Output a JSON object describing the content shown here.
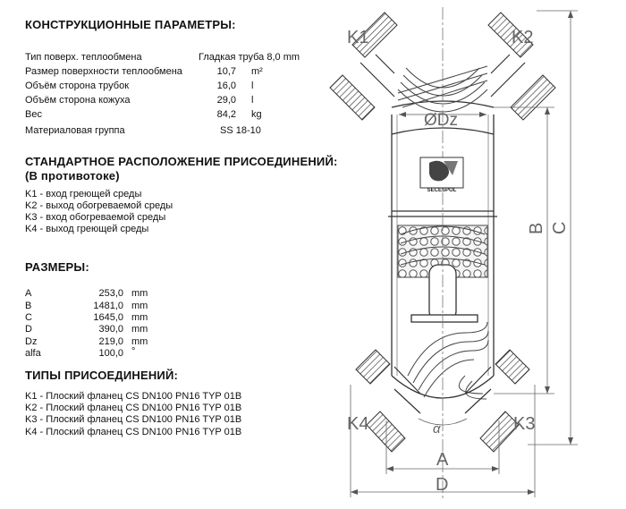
{
  "construction": {
    "heading": "КОНСТРУКЦИОННЫЕ ПАРАМЕТРЫ:",
    "rows": [
      {
        "label": "Тип поверх. теплообмена",
        "value": "Гладкая труба 8,0 mm",
        "unit": ""
      },
      {
        "label": "Размер поверхности теплообмена",
        "value": "10,7",
        "unit": "m²"
      },
      {
        "label": "Объём сторона трубок",
        "value": "16,0",
        "unit": "l"
      },
      {
        "label": "Объём сторона кожуха",
        "value": "29,0",
        "unit": "l"
      },
      {
        "label": "Вес",
        "value": "84,2",
        "unit": "kg"
      },
      {
        "label": "Материаловая группа",
        "value": "SS 18-10",
        "unit": ""
      }
    ]
  },
  "layout_section": {
    "heading": "СТАНДАРТНОЕ РАСПОЛОЖЕНИЕ ПРИСОЕДИНЕНИЙ:",
    "subheading": "(В противотоке)",
    "items": [
      "K1 - вход греющей среды",
      "K2 - выход обогреваемой среды",
      "K3 - вход обогреваемой среды",
      "K4 - выход греющей среды"
    ]
  },
  "dimensions": {
    "heading": "РАЗМЕРЫ:",
    "rows": [
      {
        "label": "A",
        "value": "253,0",
        "unit": "mm"
      },
      {
        "label": "B",
        "value": "1481,0",
        "unit": "mm"
      },
      {
        "label": "C",
        "value": "1645,0",
        "unit": "mm"
      },
      {
        "label": "D",
        "value": "390,0",
        "unit": "mm"
      },
      {
        "label": "Dz",
        "value": "219,0",
        "unit": "mm"
      },
      {
        "label": "alfa",
        "value": "100,0",
        "unit": "°"
      }
    ]
  },
  "connections": {
    "heading": "ТИПЫ ПРИСОЕДИНЕНИЙ:",
    "items": [
      "K1 - Плоский фланец  CS  DN100 PN16 TYP 01B",
      "K2 - Плоский фланец  CS  DN100 PN16 TYP 01B",
      "K3 - Плоский фланец  CS  DN100 PN16 TYP 01B",
      "K4 - Плоский фланец  CS  DN100 PN16 TYP 01B"
    ]
  },
  "drawing": {
    "k1": "K1",
    "k2": "K2",
    "k3": "K3",
    "k4": "K4",
    "dz": "ØDz",
    "a": "A",
    "b": "B",
    "c": "C",
    "d": "D",
    "alfa": "α",
    "logo_text": "SECESPOL"
  }
}
